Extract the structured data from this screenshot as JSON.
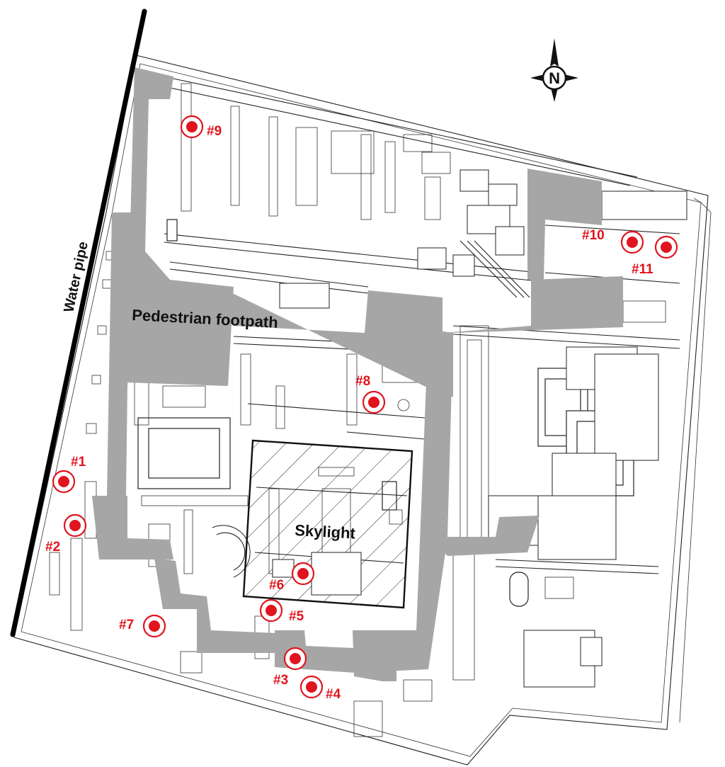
{
  "labels": {
    "water_pipe": "Water pipe",
    "footpath": "Pedestrian footpath",
    "skylight": "Skylight",
    "north": "N"
  },
  "colors": {
    "footpath": "#a6a6a6",
    "marker": "#e0141e",
    "pipe": "#000000",
    "lines": "#222222"
  },
  "icons": {
    "north_arrow": "compass-rose-icon",
    "marker": "bullseye-marker-icon"
  },
  "markers": [
    {
      "id": "1",
      "label": "#1"
    },
    {
      "id": "2",
      "label": "#2"
    },
    {
      "id": "3",
      "label": "#3"
    },
    {
      "id": "4",
      "label": "#4"
    },
    {
      "id": "5",
      "label": "#5"
    },
    {
      "id": "6",
      "label": "#6"
    },
    {
      "id": "7",
      "label": "#7"
    },
    {
      "id": "8",
      "label": "#8"
    },
    {
      "id": "9",
      "label": "#9"
    },
    {
      "id": "10",
      "label": "#10"
    },
    {
      "id": "11",
      "label": "#11"
    }
  ]
}
